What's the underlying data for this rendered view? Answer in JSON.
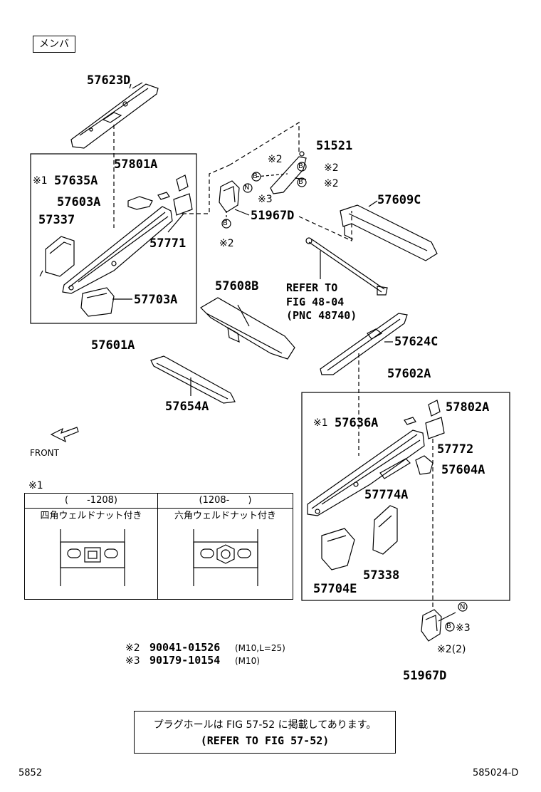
{
  "header_tag": "メンバ",
  "parts": {
    "p57623D": "57623D",
    "p57801A": "57801A",
    "p57635A": "57635A",
    "p57603A": "57603A",
    "p57337": "57337",
    "p57771": "57771",
    "p57703A": "57703A",
    "p57601A": "57601A",
    "p51521": "51521",
    "p51967D_top": "51967D",
    "p57609C": "57609C",
    "p57608B": "57608B",
    "p57624C": "57624C",
    "p57654A": "57654A",
    "p57602A": "57602A",
    "p57802A": "57802A",
    "p57636A": "57636A",
    "p57772": "57772",
    "p57604A": "57604A",
    "p57774A": "57774A",
    "p57338": "57338",
    "p57704E": "57704E",
    "p51967D_bottom": "51967D"
  },
  "marks": {
    "note1": "※1",
    "note2": "※2",
    "note3": "※3",
    "note2_2": "※2(2)",
    "bolt_b": "B",
    "nut_n": "N"
  },
  "refer": {
    "line1": "REFER TO",
    "line2": "FIG 48-04",
    "line3": "(PNC 48740)"
  },
  "front_label": "FRONT",
  "legend": {
    "title": "※1",
    "col1_header": "(　　-1208)",
    "col1_desc": "四角ウェルドナット付き",
    "col2_header": "(1208-　　)",
    "col2_desc": "六角ウェルドナット付き"
  },
  "notes": {
    "n2_mark": "※2",
    "n2_part": "90041-01526",
    "n2_spec": "(M10,L=25)",
    "n3_mark": "※3",
    "n3_part": "90179-10154",
    "n3_spec": "(M10)"
  },
  "plug_note": {
    "line1": "プラグホールは FIG 57-52 に掲載してあります。",
    "line2": "(REFER TO FIG 57-52)"
  },
  "footer": {
    "left": "5852",
    "right": "585024-D"
  }
}
